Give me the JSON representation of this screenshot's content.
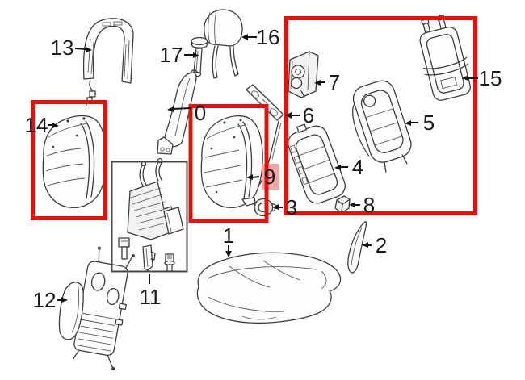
{
  "diagram": {
    "kind": "exploded-parts-diagram",
    "selected_part": "9"
  },
  "part_labels": {
    "p0": "0",
    "p1": "1",
    "p2": "2",
    "p3": "3",
    "p4": "4",
    "p5": "5",
    "p6": "6",
    "p7": "7",
    "p8": "8",
    "p9": "9",
    "p11": "11",
    "p12": "12",
    "p13": "13",
    "p14": "14",
    "p15": "15",
    "p16": "16",
    "p17": "17"
  },
  "colors": {
    "highlight_frame": "#dd1410",
    "selected_part_bg": "#f2a6a6",
    "line_art": "#3c3c3c",
    "label_ink": "#1a1a1a",
    "inner_box_border": "#4a4a4a",
    "background": "#ffffff"
  }
}
